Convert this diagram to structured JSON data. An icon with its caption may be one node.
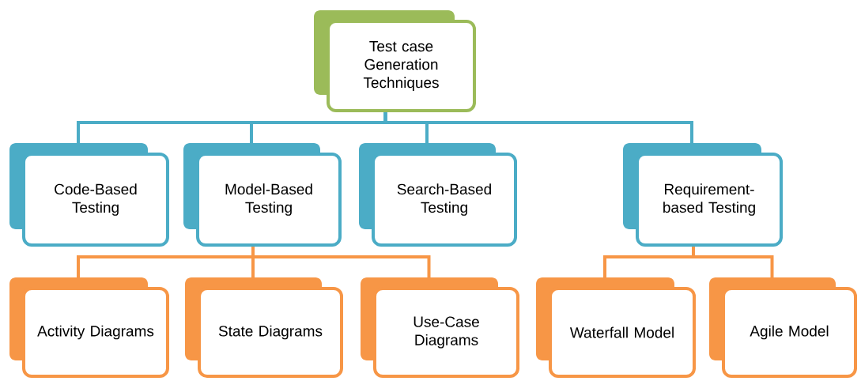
{
  "diagram": {
    "nodes": [
      {
        "text": [
          "Test case Generation Techniques"
        ]
      },
      {
        "text": [
          "Code-Based Testing"
        ]
      },
      {
        "text": [
          "Model-Based Testing"
        ]
      },
      {
        "text": [
          "Search-Based Testing"
        ]
      },
      {
        "text": [
          "Requirement-based Testing"
        ]
      },
      {
        "text": [
          "Activity Diagrams"
        ]
      },
      {
        "text": [
          "State Diagrams"
        ]
      },
      {
        "text": [
          "Use-Case Diagrams"
        ]
      },
      {
        "text": [
          "Waterfall Model"
        ]
      },
      {
        "text": [
          "Agile Model"
        ]
      }
    ],
    "edges": [
      {
        "from": 0,
        "to": 1,
        "arrow": "none",
        "color": "#4bacc6"
      },
      {
        "from": 0,
        "to": 2,
        "arrow": "none",
        "color": "#4bacc6"
      },
      {
        "from": 0,
        "to": 3,
        "arrow": "none",
        "color": "#4bacc6"
      },
      {
        "from": 0,
        "to": 4,
        "arrow": "none",
        "color": "#4bacc6"
      },
      {
        "from": 2,
        "to": 5,
        "arrow": "none"
      },
      {
        "from": 2,
        "to": 6,
        "arrow": "none"
      },
      {
        "from": 2,
        "to": 7,
        "arrow": "none"
      },
      {
        "from": 4,
        "to": 8,
        "arrow": "none"
      },
      {
        "from": 4,
        "to": 9,
        "arrow": "none"
      }
    ]
  }
}
